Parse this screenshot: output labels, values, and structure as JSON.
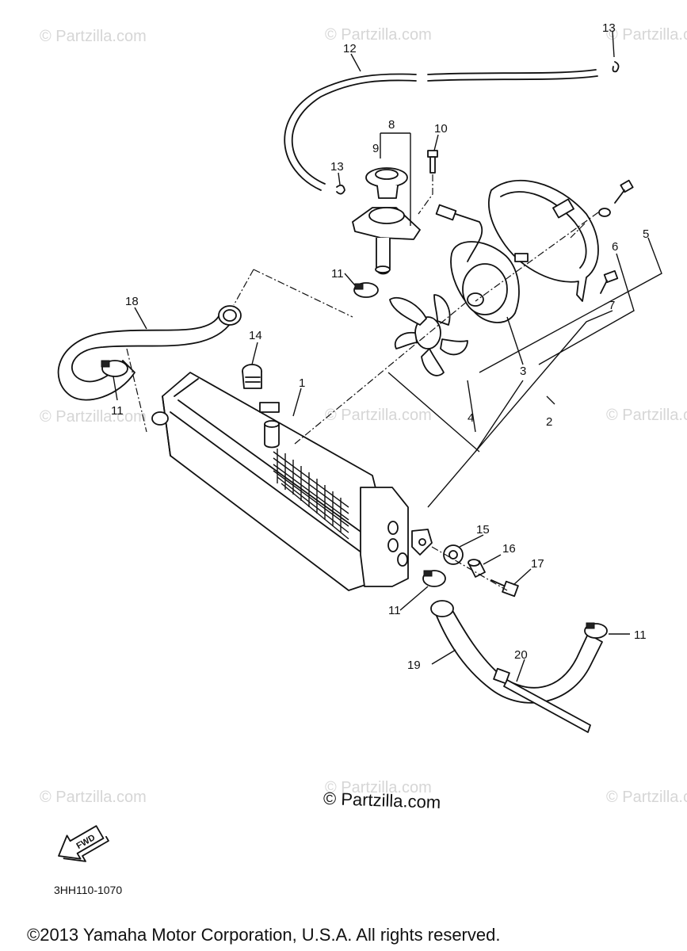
{
  "watermarks": [
    "© Partzilla.com",
    "© Partzilla.com",
    "© Partzilla.com",
    "© Partzilla.com",
    "© Partzilla.com",
    "© Partzilla.com",
    "© Partzilla.com",
    "© Partzilla.com",
    "© Partzilla.com"
  ],
  "center_watermark": "© Partzilla.com",
  "callouts": {
    "c1": "1",
    "c2": "2",
    "c3": "3",
    "c4": "4",
    "c5": "5",
    "c6": "6",
    "c7": "7",
    "c8": "8",
    "c9": "9",
    "c10": "10",
    "c11a": "11",
    "c11b": "11",
    "c11c": "11",
    "c11d": "11",
    "c12": "12",
    "c13a": "13",
    "c13b": "13",
    "c14": "14",
    "c15": "15",
    "c16": "16",
    "c17": "17",
    "c18": "18",
    "c19": "19",
    "c20": "20"
  },
  "fwd_label": "FWD",
  "diagram_code": "3HH110-1070",
  "copyright": "©2013  Yamaha Motor Corporation, U.S.A. All rights reserved."
}
